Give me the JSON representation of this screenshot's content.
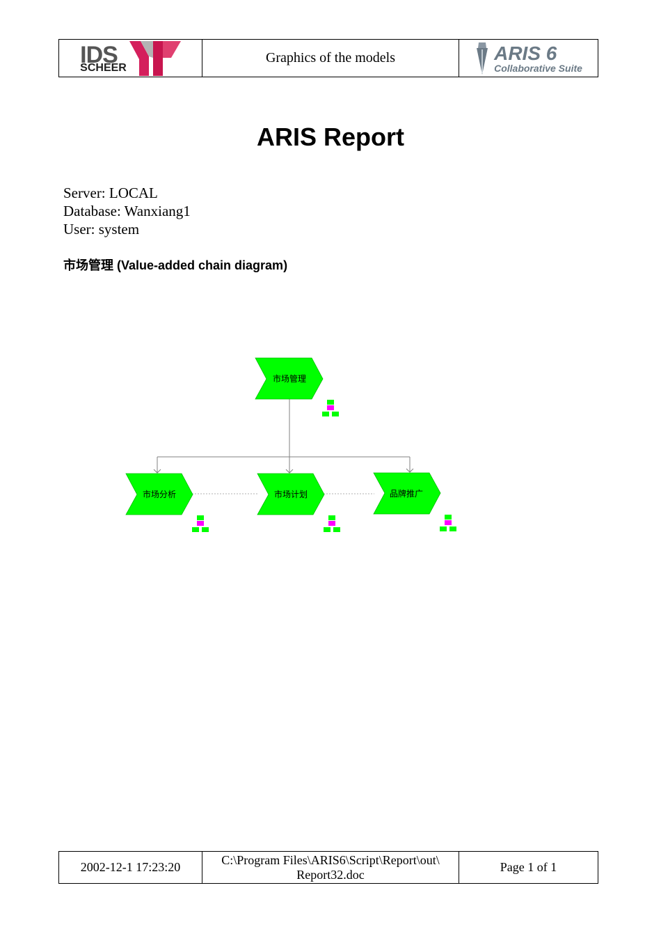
{
  "header": {
    "left_logo_line1": "IDS",
    "left_logo_line2": "SCHEER",
    "center_title": "Graphics of the models",
    "right_logo_line1": "ARIS 6",
    "right_logo_line2": "Collaborative Suite"
  },
  "report": {
    "title": "ARIS Report",
    "server": "Server: LOCAL",
    "database": "Database: Wanxiang1",
    "user": "User: system",
    "model_title": "市场管理 (Value-added chain diagram)"
  },
  "diagram": {
    "node_color": "#00ff00",
    "connector_color": "#808080",
    "assignment_icon_colors": [
      "#00ff00",
      "#ff00ff"
    ],
    "nodes": {
      "root": "市场管理",
      "child1": "市场分析",
      "child2": "市场计划",
      "child3": "品牌推广"
    }
  },
  "footer": {
    "datetime": "2002-12-1 17:23:20",
    "path_line1": "C:\\Program Files\\ARIS6\\Script\\Report\\out\\",
    "path_line2": "Report32.doc",
    "page": "Page 1  of 1"
  }
}
